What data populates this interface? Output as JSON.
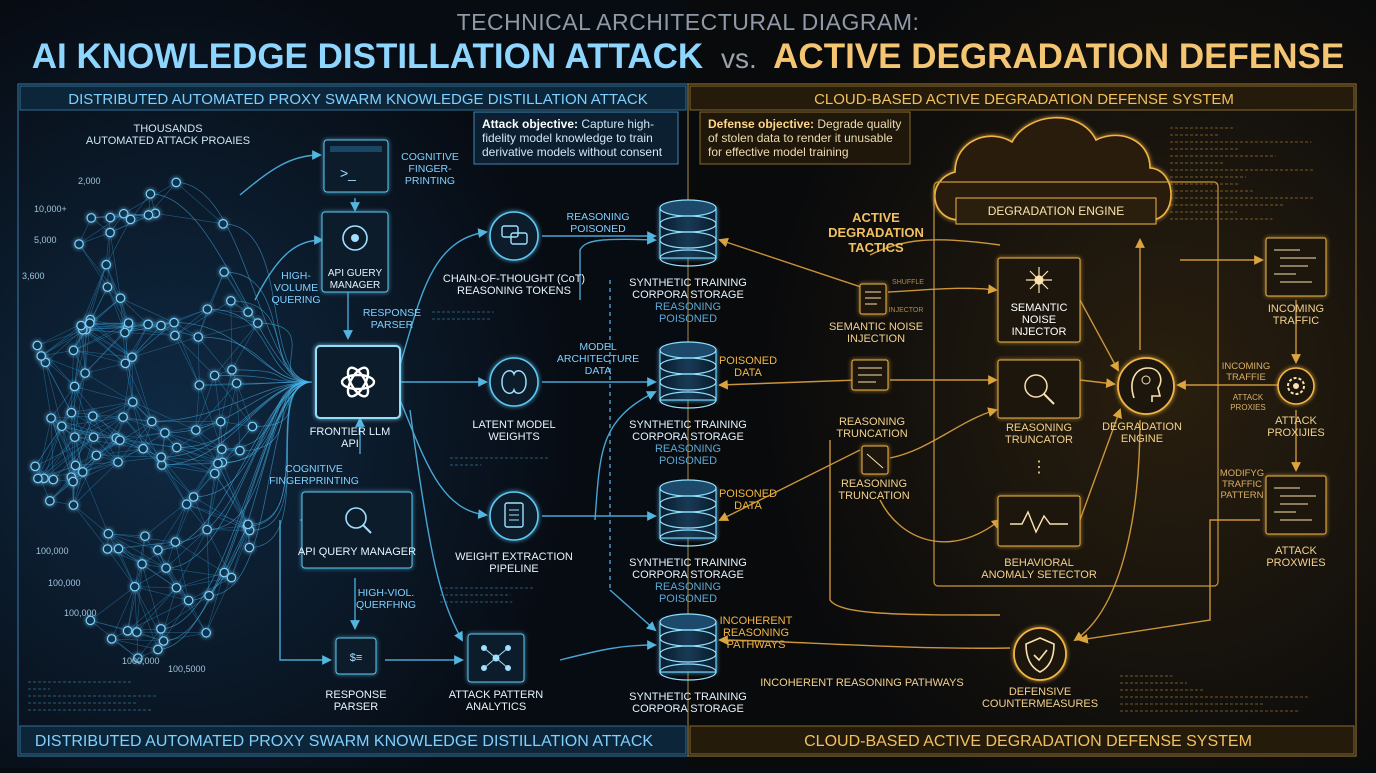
{
  "title": {
    "kicker": "TECHNICAL ARCHITECTURAL DIAGRAM:",
    "left": "AI KNOWLEDGE DISTILLATION ATTACK",
    "vs": "vs.",
    "right": "ACTIVE DEGRADATION DEFENSE"
  },
  "colors": {
    "attack": "#4fc3f7",
    "defense": "#f2b544",
    "bg": "#070b12"
  },
  "attack": {
    "header": "DISTRIBUTED AUTOMATED PROXY SWARM KNOWLEDGE DISTILLATION ATTACK",
    "footer": "DISTRIBUTED AUTOMATED PROXY SWARM KNOWLEDGE DISTILLATION ATTACK",
    "objective_label": "Attack objective:",
    "objective_text": "Capture high-fidelity model knowledge to train derivative models without consent",
    "swarm": {
      "title_1": "THOUSANDS",
      "title_2": "AUTOMATED ATTACK PROAIES",
      "counts": [
        "2,000",
        "10,000+",
        "5,000",
        "3,600",
        "100,000",
        "100,000",
        "100,000",
        "1000,000",
        "100,5000"
      ]
    },
    "labels": {
      "cognitive_1": "COGNITIVE",
      "cognitive_2": "FINGER-",
      "cognitive_3": "PRINTING",
      "cognitive_fp_1": "COGNITIVE",
      "cognitive_fp_2": "FINGERPRINTING",
      "high_vol_1": "HIGH-",
      "high_vol_2": "VOLUME",
      "high_vol_3": "QUERING",
      "response_1": "RESPONSE",
      "response_2": "PARSER",
      "high_viol_1": "HIGH-VIOL.",
      "high_viol_2": "QUERFHNG",
      "model_arch_1": "MODEL",
      "model_arch_2": "ARCHITECTURE",
      "model_arch_3": "DATA",
      "reasoning_p_1": "REASONING",
      "reasoning_p_2": "POISONED",
      "poisoned_1": "POISONED",
      "poisoned_2": "DATA",
      "poisoned_b_1": "POISONED",
      "poisoned_b_2": "DATA",
      "incoherent_1": "INCOHERENT",
      "incoherent_2": "REASONING",
      "incoherent_3": "PATHWAYS"
    },
    "nodes": {
      "api_top_1": "API GUERY",
      "api_top_2": "MANAGER",
      "llm_1": "FRONTIER LLM",
      "llm_2": "API",
      "api_bottom": "API QUERY MANAGER",
      "parser_1": "RESPONSE",
      "parser_2": "PARSER",
      "cot_1": "CHAIN-OF-THOUGHT (CoT)",
      "cot_2": "REASONING TOKENS",
      "latent_1": "LATENT MODEL",
      "latent_2": "WEIGHTS",
      "weight_1": "WEIGHT EXTRACTION",
      "weight_2": "PIPELINE",
      "analytics_1": "ATTACK PATTERN",
      "analytics_2": "ANALYTICS"
    },
    "storage": [
      {
        "l1": "SYNTHETIC TRAINING",
        "l2": "CORPORA STORAGE",
        "l3": "REASONING",
        "l4": "POISONED"
      },
      {
        "l1": "SYNTHETIC TRAINING",
        "l2": "CORPORA STORAGE",
        "l3": "REASONING",
        "l4": "POISONED"
      },
      {
        "l1": "SYNTHETIC TRAINING",
        "l2": "CORPORA STORAGE",
        "l3": "REASONING",
        "l4": "POISONED"
      },
      {
        "l1": "SYNTHETIC TRAINING",
        "l2": "CORPORA STORAGE",
        "l3": "",
        "l4": ""
      }
    ]
  },
  "defense": {
    "header": "CLOUD-BASED ACTIVE DEGRADATION DEFENSE SYSTEM",
    "footer": "CLOUD-BASED ACTIVE DEGRADATION DEFENSE SYSTEM",
    "objective_label": "Defense objective:",
    "objective_text": "Degrade quality of stolen data to render it unusable for effective model training",
    "tactics_1": "ACTIVE",
    "tactics_2": "DEGRADATION",
    "tactics_3": "TACTICS",
    "engine_title": "DEGRADATION ENGINE",
    "labels": {
      "semantic_1": "SEMANTIC NOISE",
      "semantic_2": "INJECTION",
      "trunc_a_1": "REASONING",
      "trunc_a_2": "TRUNCATION",
      "trunc_b_1": "REASONING",
      "trunc_b_2": "TRUNCATION",
      "incoherent": "INCOHERENT REASONING PATHWAYS",
      "injector_1": "SEMANTIC",
      "injector_2": "NOISE",
      "injector_3": "INJECTOR",
      "truncator_1": "REASONING",
      "truncator_2": "TRUNCATOR",
      "detector_1": "BEHAVIORAL",
      "detector_2": "ANOMALY SETECTOR",
      "engine_1": "DEGRADATION",
      "engine_2": "ENGINE",
      "counter_1": "DEFENSIVE",
      "counter_2": "COUNTERMEASURES",
      "incoming_1": "INCOMING",
      "incoming_2": "TRAFFIC",
      "incoming_s_1": "INCOMING",
      "incoming_s_2": "TRAFFIE",
      "attack_proxies_s_1": "ATTACK",
      "attack_proxies_s_2": "PROXIES",
      "attack_proxies_1": "ATTACK",
      "attack_proxies_2": "PROXIJIES",
      "modify_1": "MODIFYG",
      "modify_2": "TRAFFIC",
      "modify_3": "PATTERN",
      "attack_prox_b_1": "ATTACK",
      "attack_prox_b_2": "PROXWIES",
      "shuffle": "SHUFFLE",
      "injector_small": "INJECTOR"
    }
  }
}
